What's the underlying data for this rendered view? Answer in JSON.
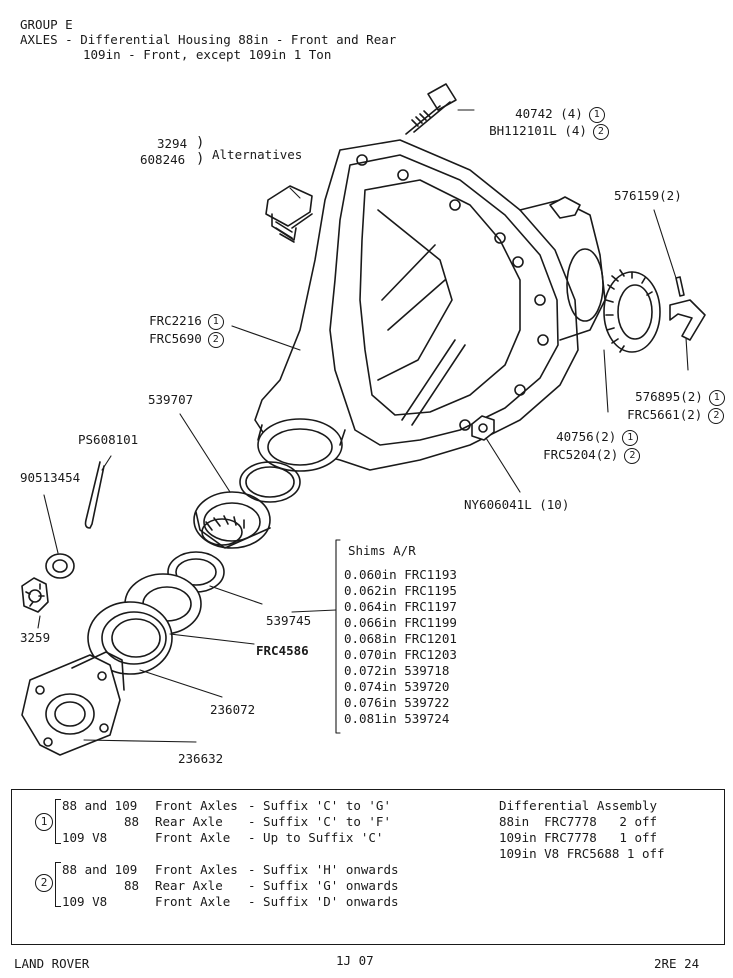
{
  "header": {
    "group": "GROUP E",
    "line1": "AXLES - Differential Housing 88in - Front and Rear",
    "line2": "109in - Front, except 109in 1 Ton"
  },
  "callouts": {
    "bolt": {
      "a": "40742 (4)",
      "a_mark": "1",
      "b": "BH112101L (4)",
      "b_mark": "2"
    },
    "plug": {
      "a": "3294",
      "b": "608246",
      "note": "Alternatives"
    },
    "housing": {
      "a": "FRC2216",
      "a_mark": "1",
      "b": "FRC5690",
      "b_mark": "2"
    },
    "pin": {
      "text": "576159(2)"
    },
    "lock": {
      "a": "576895(2)",
      "a_mark": "1",
      "b": "FRC5661(2)",
      "b_mark": "2"
    },
    "adjuster": {
      "a": "40756(2)",
      "a_mark": "1",
      "b": "FRC5204(2)",
      "b_mark": "2"
    },
    "nut": {
      "text": "NY606041L (10)"
    },
    "bearing": {
      "text": "539707"
    },
    "splitpin": {
      "text": "PS608101"
    },
    "washer": {
      "text": "90513454"
    },
    "castlenut": {
      "text": "3259"
    },
    "spacer": {
      "text": "539745"
    },
    "seal": {
      "text": "FRC4586"
    },
    "oilseal": {
      "text": "236072"
    },
    "flange": {
      "text": "236632"
    }
  },
  "shims": {
    "title": "Shims A/R",
    "items": [
      "0.060in FRC1193",
      "0.062in FRC1195",
      "0.064in FRC1197",
      "0.066in FRC1199",
      "0.068in FRC1201",
      "0.070in FRC1203",
      "0.072in 539718",
      "0.074in 539720",
      "0.076in 539722",
      "0.081in 539724"
    ]
  },
  "legend": {
    "group1_mark": "1",
    "group1": [
      {
        "model": "88 and 109",
        "axle": "Front Axles",
        "suffix": "- Suffix 'C' to 'G'"
      },
      {
        "model": "88",
        "axle": "Rear Axle",
        "suffix": "- Suffix 'C' to 'F'"
      },
      {
        "model": "109 V8",
        "axle": "Front Axle",
        "suffix": "- Up to Suffix 'C'"
      }
    ],
    "group2_mark": "2",
    "group2": [
      {
        "model": "88 and 109",
        "axle": "Front Axles",
        "suffix": "- Suffix 'H' onwards"
      },
      {
        "model": "88",
        "axle": "Rear Axle",
        "suffix": "- Suffix 'G' onwards"
      },
      {
        "model": "109 V8",
        "axle": "Front Axle",
        "suffix": "- Suffix 'D' onwards"
      }
    ],
    "assembly_title": "Differential Assembly",
    "assembly": [
      "88in  FRC7778   2 off",
      "109in FRC7778   1 off",
      "109in V8 FRC5688 1 off"
    ]
  },
  "footer": {
    "left": "LAND ROVER",
    "center": "1J 07",
    "right": "2RE 24"
  }
}
